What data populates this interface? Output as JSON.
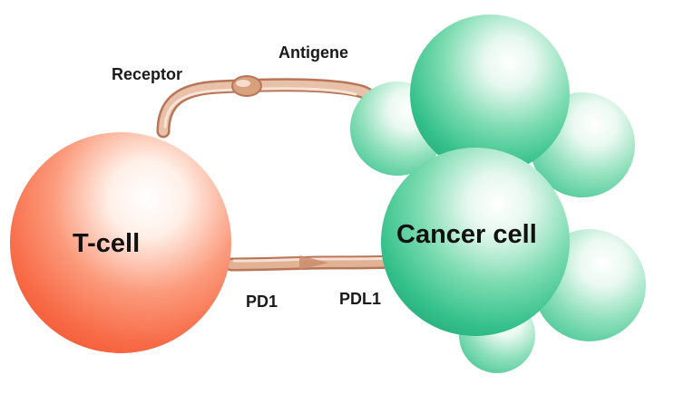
{
  "diagram": {
    "labels": {
      "receptor": "Receptor",
      "antigene": "Antigene",
      "t_cell": "T-cell",
      "cancer_cell": "Cancer cell",
      "pd1": "PD1",
      "pdl1": "PDL1"
    },
    "colors": {
      "t_cell": "#f86a46",
      "cancer_cell": "#2fbf8a",
      "connector": "#d9a07c"
    }
  }
}
